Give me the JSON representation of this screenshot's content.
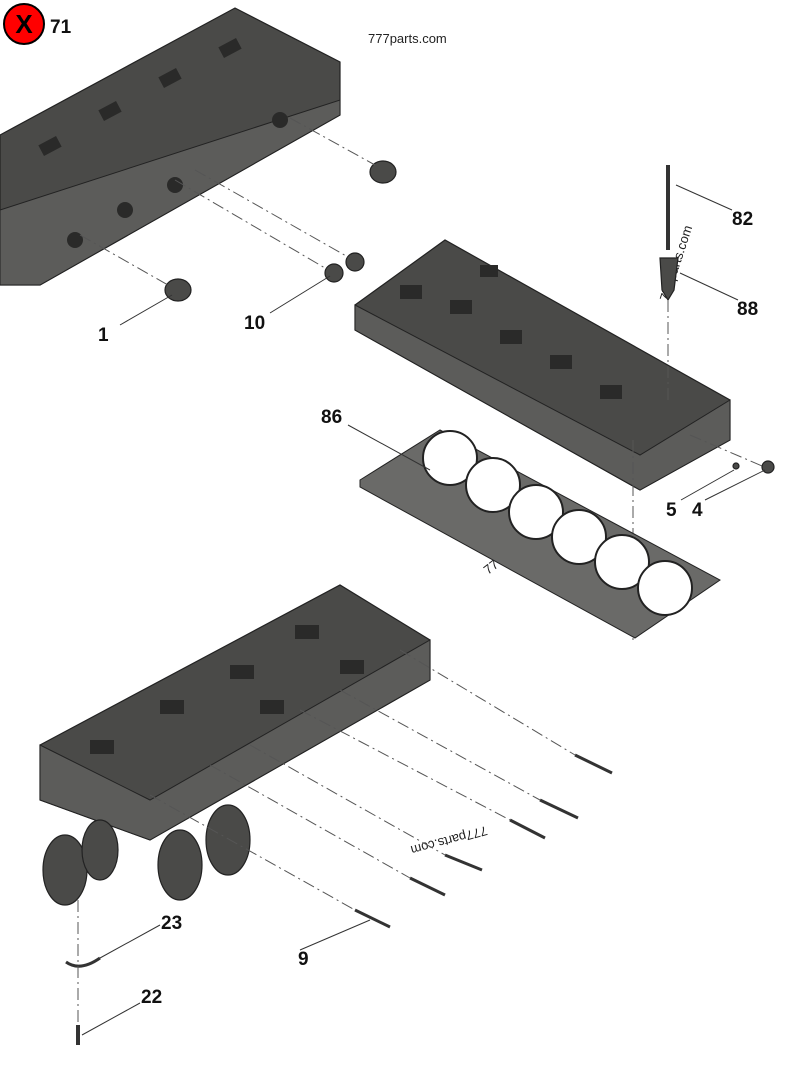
{
  "header": {
    "badge_icon": "red-x-circle-icon",
    "badge_color": "#ff0000",
    "badge_number": "71"
  },
  "watermarks": [
    "777parts.com",
    "777parts.com",
    "777parts.com",
    "777parts.com"
  ],
  "callouts": [
    {
      "id": "82",
      "label": "82"
    },
    {
      "id": "88",
      "label": "88"
    },
    {
      "id": "1",
      "label": "1"
    },
    {
      "id": "10",
      "label": "10"
    },
    {
      "id": "86",
      "label": "86"
    },
    {
      "id": "5",
      "label": "5"
    },
    {
      "id": "4",
      "label": "4"
    },
    {
      "id": "23",
      "label": "23"
    },
    {
      "id": "9",
      "label": "9"
    },
    {
      "id": "22",
      "label": "22"
    }
  ]
}
